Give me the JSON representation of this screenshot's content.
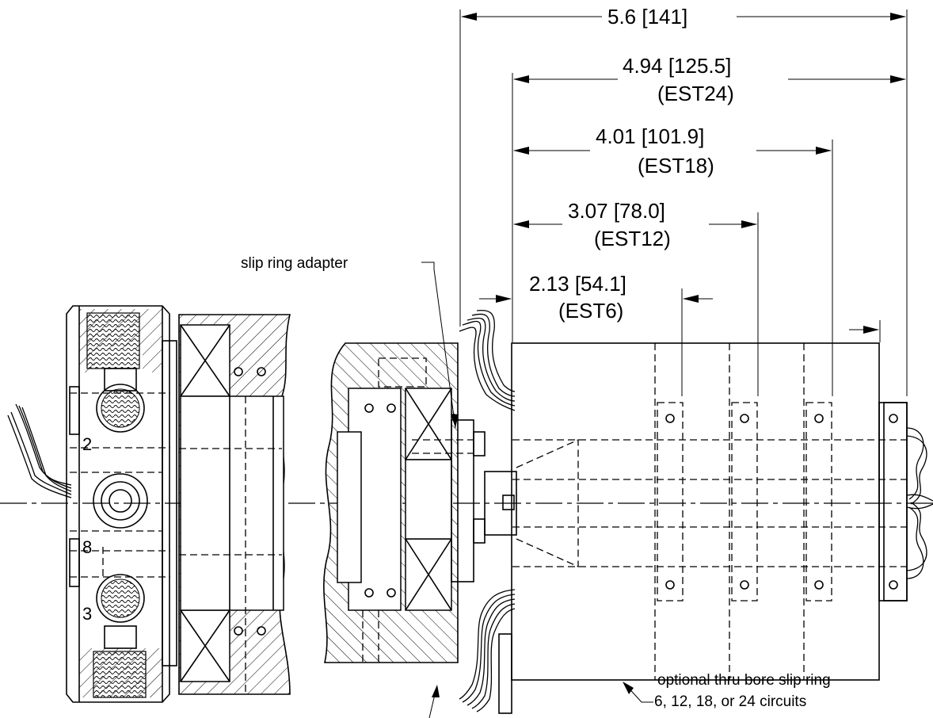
{
  "dimensions": [
    {
      "value": "5.6 [141]",
      "model": ""
    },
    {
      "value": "4.94 [125.5]",
      "model": "(EST24)"
    },
    {
      "value": "4.01 [101.9]",
      "model": "(EST18)"
    },
    {
      "value": "3.07 [78.0]",
      "model": "(EST12)"
    },
    {
      "value": "2.13 [54.1]",
      "model": "(EST6)"
    }
  ],
  "callouts": {
    "adapter": "slip ring adapter",
    "slip_ring_line1": "optional thru bore slip ring",
    "slip_ring_line2": "6, 12, 18, or 24 circuits"
  },
  "port_labels": {
    "upper": "2",
    "middle": "8",
    "lower": "3"
  }
}
